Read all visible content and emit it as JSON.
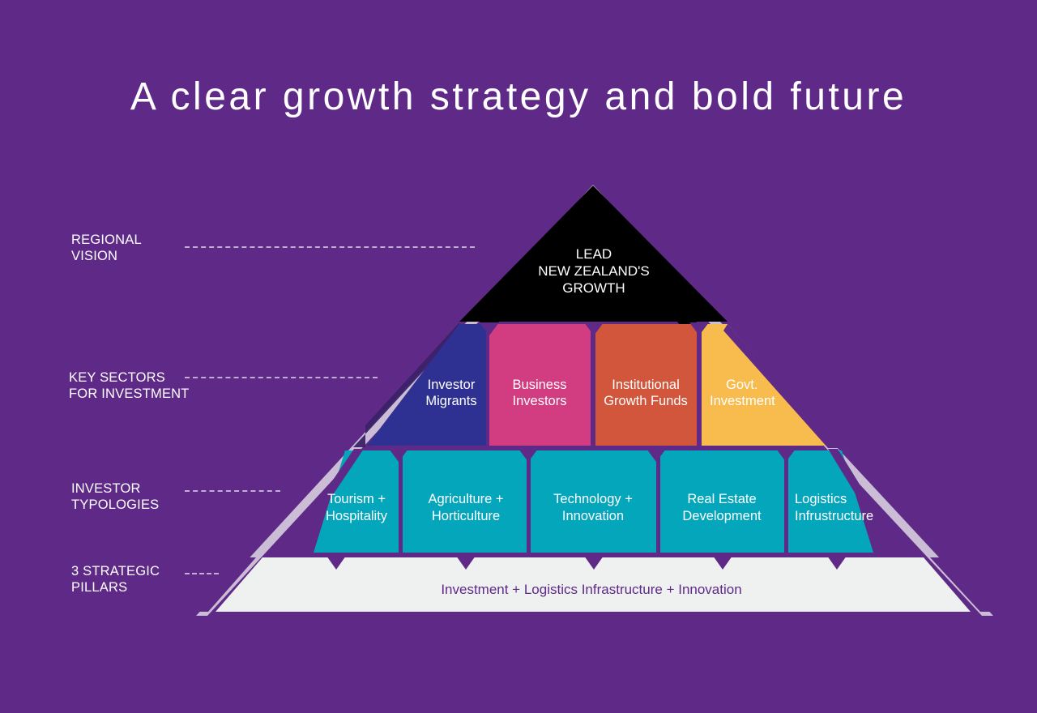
{
  "page": {
    "title": "A clear growth strategy and bold future",
    "background_color": "#5f2a87"
  },
  "row_labels": [
    {
      "id": "regional-vision",
      "text": "REGIONAL\nVISION"
    },
    {
      "id": "key-sectors",
      "text": "KEY SECTORS\nFOR INVESTMENT"
    },
    {
      "id": "investor-typologies",
      "text": "INVESTOR\nTYPOLOGIES"
    },
    {
      "id": "strategic-pillars",
      "text": "3 STRATEGIC\nPILLARS"
    }
  ],
  "pyramid": {
    "apex": {
      "label": "LEAD\nNEW ZEALAND'S\nGROWTH",
      "lines": [
        "LEAD",
        "NEW ZEALAND'S",
        "GROWTH"
      ],
      "color": "#000000",
      "text_color": "#ffffff"
    },
    "tier_key_sectors": [
      {
        "label": "Investor\nMigrants",
        "lines": [
          "Investor",
          "Migrants"
        ],
        "color": "#2e3192"
      },
      {
        "label": "Business\nInvestors",
        "lines": [
          "Business",
          "Investors"
        ],
        "color": "#d23c80"
      },
      {
        "label": "Institutional\nGrowth Funds",
        "lines": [
          "Institutional",
          "Growth Funds"
        ],
        "color": "#d2563c"
      },
      {
        "label": "Govt.\nInvestment",
        "lines": [
          "Govt.",
          "Investment"
        ],
        "color": "#f8bc4e"
      }
    ],
    "tier_investor_typologies": [
      {
        "label": "Tourism +\nHospitality",
        "lines": [
          "Tourism +",
          "Hospitality"
        ],
        "color": "#04a6bb"
      },
      {
        "label": "Agriculture +\nHorticulture",
        "lines": [
          "Agriculture +",
          "Horticulture"
        ],
        "color": "#04a6bb"
      },
      {
        "label": "Technology +\nInnovation",
        "lines": [
          "Technology +",
          "Innovation"
        ],
        "color": "#04a6bb"
      },
      {
        "label": "Real Estate\nDevelopment",
        "lines": [
          "Real Estate",
          "Development"
        ],
        "color": "#04a6bb"
      },
      {
        "label": "Logistics\nInfrustructure",
        "lines": [
          "Logistics",
          "Infrustructure"
        ],
        "color": "#04a6bb"
      }
    ],
    "base": {
      "label": "Investment + Logistics Infrastructure + Innovation",
      "color": "#eff0f0",
      "text_color": "#5f2a87"
    }
  },
  "colors": {
    "background": "#5f2a87",
    "outline_purple": "#5f2a87",
    "apex_black": "#000000",
    "blue": "#2e3192",
    "pink": "#d23c80",
    "orange": "#d2563c",
    "yellow": "#f8bc4e",
    "teal": "#04a6bb",
    "base_white": "#eff0f0",
    "title_white": "#ffffff"
  }
}
